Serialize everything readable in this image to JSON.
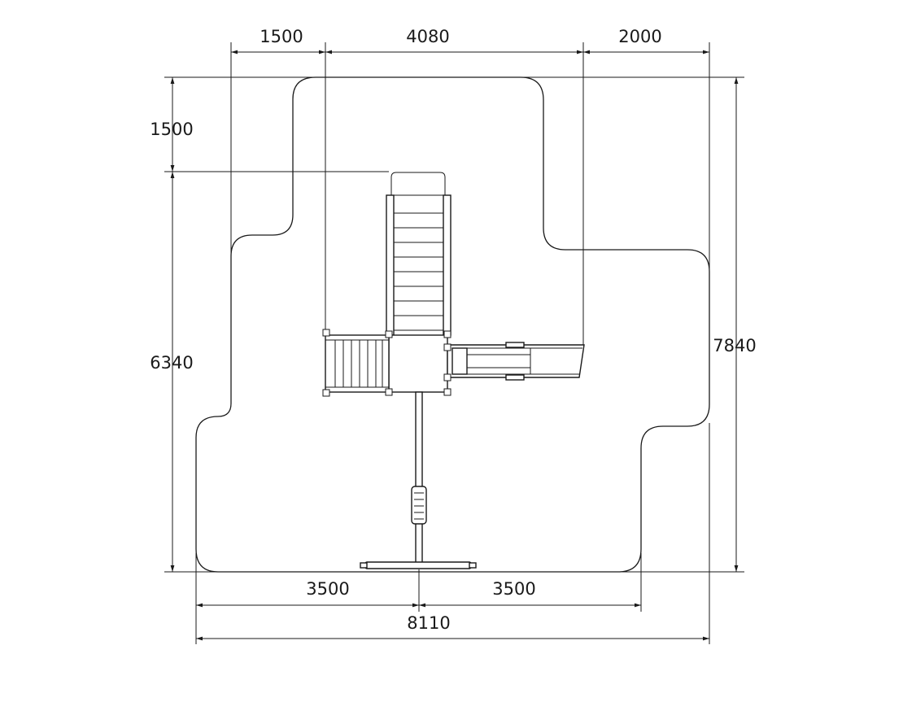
{
  "drawing": {
    "dimensions": {
      "top_left": "1500",
      "top_middle": "4080",
      "top_right": "2000",
      "left_upper": "1500",
      "left_main": "6340",
      "right_total": "7840",
      "bottom_left": "3500",
      "bottom_right": "3500",
      "bottom_total": "8110"
    }
  }
}
